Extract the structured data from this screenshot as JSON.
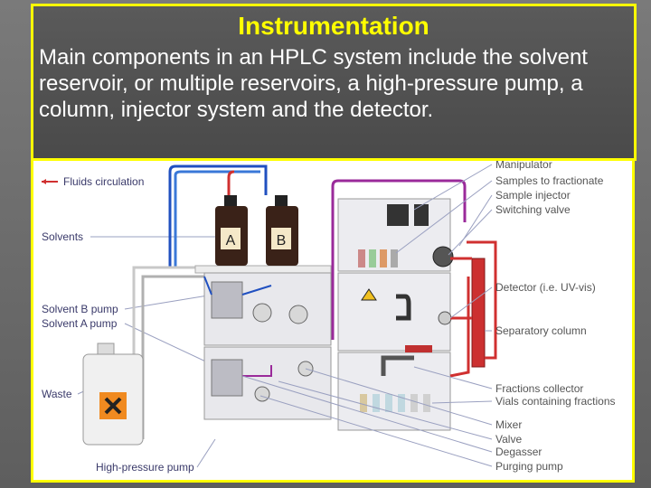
{
  "title": "Instrumentation",
  "body": "Main components in an HPLC system include the solvent reservoir, or multiple reservoirs, a high-pressure pump, a column, injector system and the detector.",
  "labels": {
    "fluids": "Fluids circulation",
    "solvents": "Solvents",
    "pump_b": "Solvent B pump",
    "pump_a": "Solvent A pump",
    "waste": "Waste",
    "hp_pump": "High-pressure pump",
    "manipulator": "Manipulator",
    "samples": "Samples to fractionate",
    "injector": "Sample injector",
    "switching": "Switching valve",
    "detector": "Detector (i.e. UV-vis)",
    "column": "Separatory column",
    "collector": "Fractions collector",
    "vials": "Vials containing fractions",
    "mixer": "Mixer",
    "valve": "Valve",
    "degasser": "Degasser",
    "purging": "Purging pump",
    "bottle_a": "A",
    "bottle_b": "B"
  }
}
